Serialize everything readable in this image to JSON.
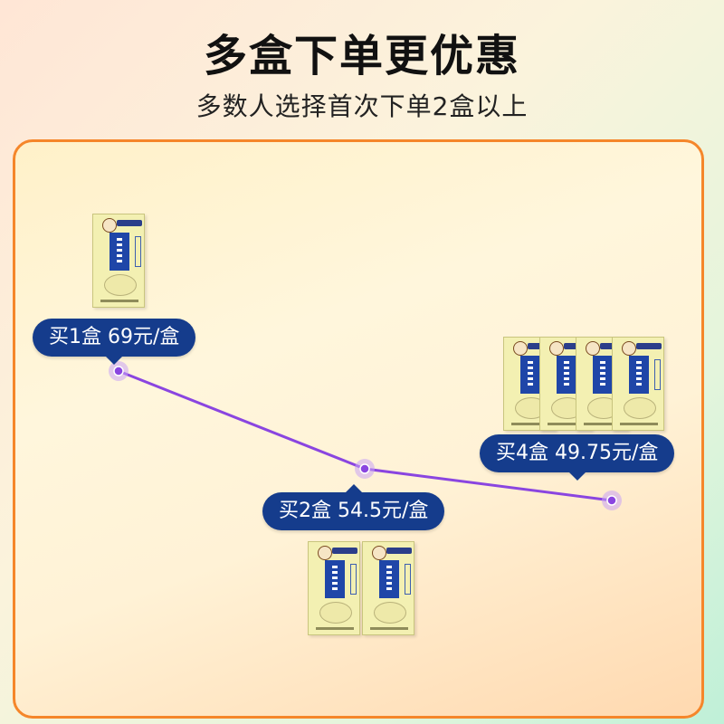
{
  "headline": "多盒下单更优惠",
  "subhead": "多数人选择首次下单2盒以上",
  "offers": [
    {
      "label": "买1盒 69元/盒",
      "boxes": 1,
      "unit_price": 69
    },
    {
      "label": "买2盒 54.5元/盒",
      "boxes": 2,
      "unit_price": 54.5
    },
    {
      "label": "买4盒 49.75元/盒",
      "boxes": 4,
      "unit_price": 49.75
    }
  ],
  "colors": {
    "frame": "#f5862a",
    "tag": "#153c8c",
    "line": "#8a45e0",
    "box": "#f3f0b2",
    "box_band": "#1f46a8"
  },
  "icons": [
    "product-box-icon"
  ]
}
